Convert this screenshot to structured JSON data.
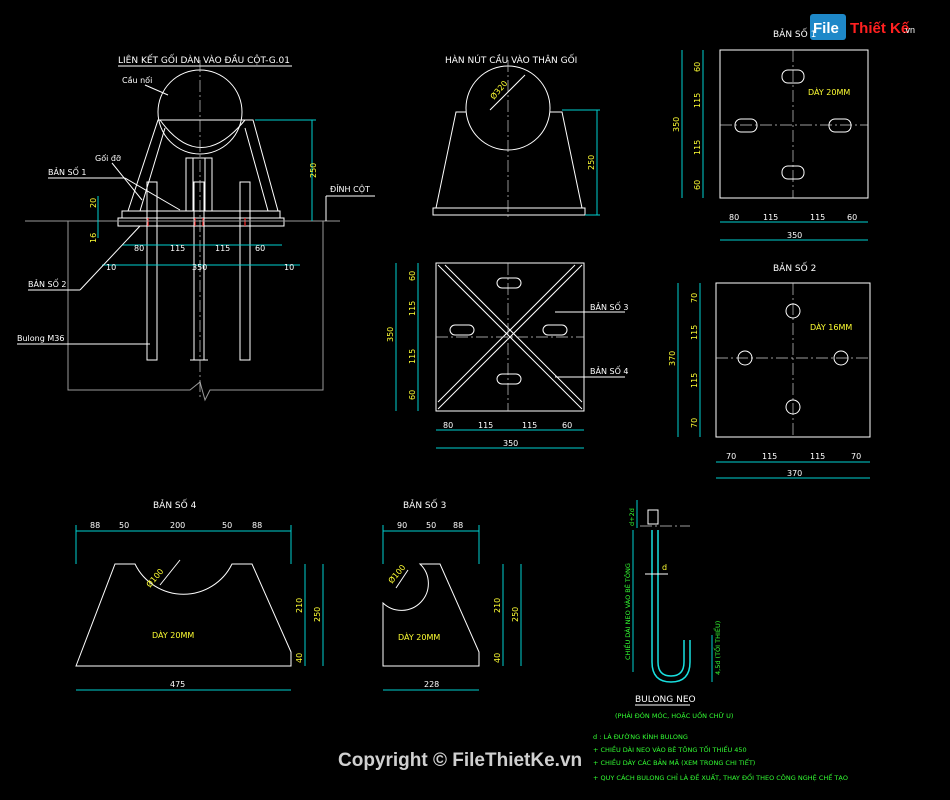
{
  "logo": {
    "part1": "File",
    "part2": "Thiết Kế",
    "part3": ".vn"
  },
  "copyright": "Copyright © FileThietKe.vn",
  "view1": {
    "title": "LIÊN KẾT GỐI DÀN VÀO ĐẦU CỘT-G.01",
    "cau_noi": "Cầu nối",
    "goi_do": "Gối đỡ",
    "ban_so_1": "BẢN SỐ 1",
    "ban_so_2": "BẢN SỐ 2",
    "bulong": "Bulong M36",
    "dinh_cot": "ĐỈNH CỘT",
    "d_250": "250",
    "d_20": "20",
    "d_16": "16",
    "d_10a": "10",
    "d_10b": "10",
    "d_80": "80",
    "d_115a": "115",
    "d_115b": "115",
    "d_60": "60",
    "d_350": "350"
  },
  "view2": {
    "title": "HÀN NÚT CẦU VÀO THÂN GỐI",
    "phi": "Ø320",
    "d_250": "250"
  },
  "view3": {
    "ban_so_3": "BẢN SỐ 3",
    "ban_so_4": "BẢN SỐ 4",
    "left": [
      "60",
      "115",
      "115",
      "60"
    ],
    "left_total": "350",
    "bottom": [
      "80",
      "115",
      "115",
      "60"
    ],
    "bottom_total": "350"
  },
  "plate1": {
    "title": "BẢN SỐ 1",
    "thickness": "DÀY 20MM",
    "left": [
      "60",
      "115",
      "115",
      "60"
    ],
    "left_total": "350",
    "bottom": [
      "80",
      "115",
      "115",
      "60"
    ],
    "bottom_total": "350"
  },
  "plate2": {
    "title": "BẢN SỐ 2",
    "thickness": "DÀY 16MM",
    "left": [
      "70",
      "115",
      "115",
      "70"
    ],
    "left_total": "370",
    "bottom": [
      "70",
      "115",
      "115",
      "70"
    ],
    "bottom_total": "370"
  },
  "plate4": {
    "title": "BẢN SỐ 4",
    "thickness": "DÀY 20MM",
    "top": [
      "88",
      "50",
      "200",
      "50",
      "88"
    ],
    "phi": "Ø100",
    "right_a": "210",
    "right_b": "40",
    "right_total": "250",
    "bottom_total": "475"
  },
  "plate3": {
    "title": "BẢN SỐ 3",
    "thickness": "DÀY 20MM",
    "top": [
      "90",
      "50",
      "88"
    ],
    "phi": "Ø100",
    "right_a": "210",
    "right_b": "40",
    "right_total": "250",
    "bottom_total": "228"
  },
  "bolt": {
    "title": "BULONG NEO",
    "subtitle": "(PHẢI ĐÓN MÓC, HOẶC UỐN CHỮ U)",
    "d_top": "d+2d",
    "d_len": "CHIỀU DÀI NEO VÀO BÊ TÔNG",
    "d_hook": "4,5d (TỐI THIỂU)",
    "d_mark": "d",
    "notes": [
      "d : LÀ ĐƯỜNG KÍNH BULONG",
      "+ CHIỀU DÀI NEO VÀO BÊ TÔNG TỐI THIỂU 450",
      "+ CHIỀU DÀY CÁC BẢN MÃ (XEM TRONG CHI TIẾT)",
      "+ QUY CÁCH BULONG CHỈ LÀ ĐỀ XUẤT, THAY ĐỔI THEO CÔNG NGHỆ CHẾ TẠO"
    ]
  }
}
